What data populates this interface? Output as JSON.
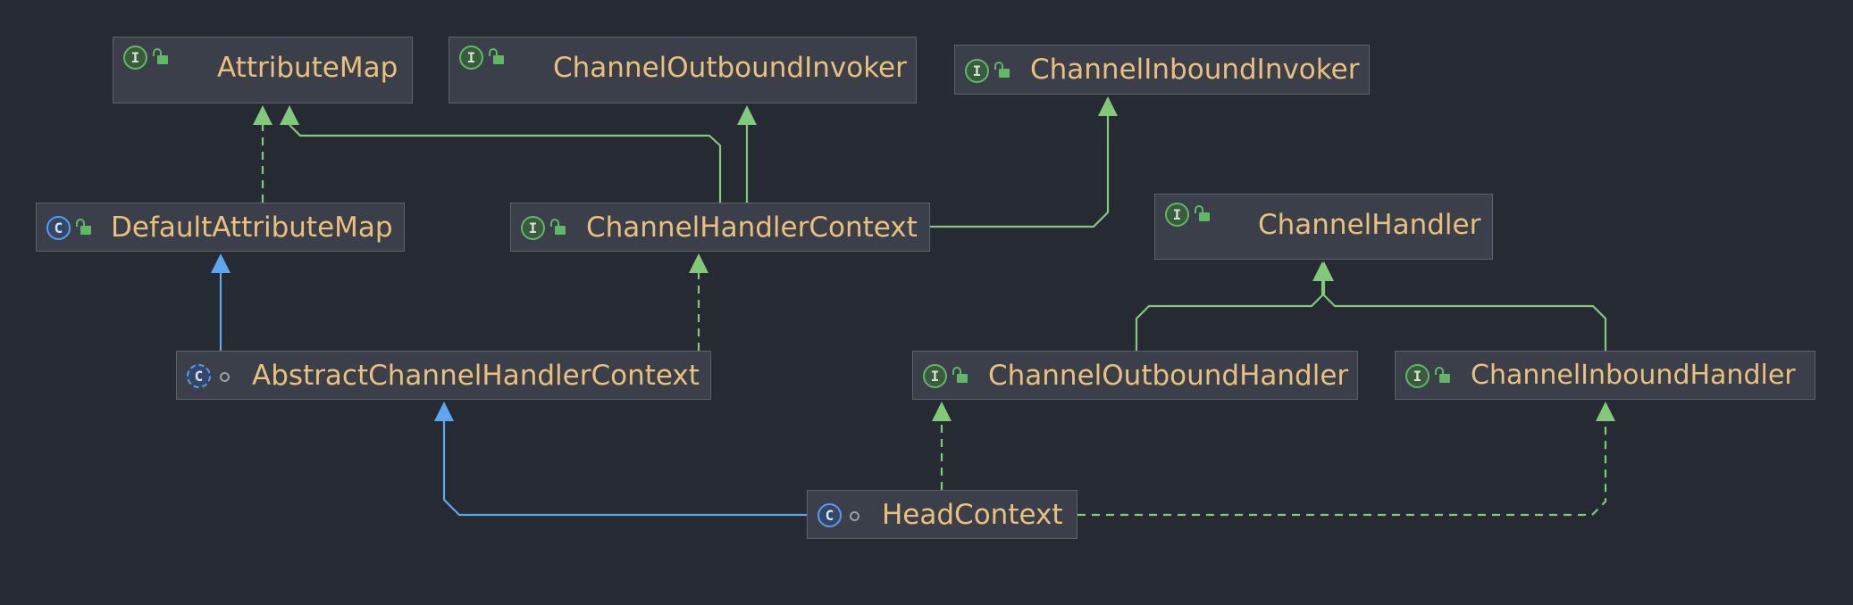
{
  "diagram": {
    "nodes": [
      {
        "id": "attribute_map",
        "label": "AttributeMap",
        "kind": "interface",
        "visibility": "public"
      },
      {
        "id": "channel_outbound_invoker",
        "label": "ChannelOutboundInvoker",
        "kind": "interface",
        "visibility": "public"
      },
      {
        "id": "channel_inbound_invoker",
        "label": "ChannelInboundInvoker",
        "kind": "interface",
        "visibility": "public"
      },
      {
        "id": "default_attribute_map",
        "label": "DefaultAttributeMap",
        "kind": "class",
        "visibility": "public"
      },
      {
        "id": "channel_handler_context",
        "label": "ChannelHandlerContext",
        "kind": "interface",
        "visibility": "public"
      },
      {
        "id": "channel_handler",
        "label": "ChannelHandler",
        "kind": "interface",
        "visibility": "public"
      },
      {
        "id": "abstract_channel_handler_context",
        "label": "AbstractChannelHandlerContext",
        "kind": "abstract-class",
        "visibility": "package-private"
      },
      {
        "id": "channel_outbound_handler",
        "label": "ChannelOutboundHandler",
        "kind": "interface",
        "visibility": "public"
      },
      {
        "id": "channel_inbound_handler",
        "label": "ChannelInboundHandler",
        "kind": "interface",
        "visibility": "public"
      },
      {
        "id": "head_context",
        "label": "HeadContext",
        "kind": "class",
        "visibility": "package-private"
      }
    ],
    "edges": [
      {
        "from": "default_attribute_map",
        "to": "attribute_map",
        "relation": "implements"
      },
      {
        "from": "channel_handler_context",
        "to": "attribute_map",
        "relation": "extends-interface"
      },
      {
        "from": "channel_handler_context",
        "to": "channel_outbound_invoker",
        "relation": "extends-interface"
      },
      {
        "from": "channel_handler_context",
        "to": "channel_inbound_invoker",
        "relation": "extends-interface"
      },
      {
        "from": "abstract_channel_handler_context",
        "to": "default_attribute_map",
        "relation": "extends-class"
      },
      {
        "from": "abstract_channel_handler_context",
        "to": "channel_handler_context",
        "relation": "implements"
      },
      {
        "from": "channel_outbound_handler",
        "to": "channel_handler",
        "relation": "extends-interface"
      },
      {
        "from": "channel_inbound_handler",
        "to": "channel_handler",
        "relation": "extends-interface"
      },
      {
        "from": "head_context",
        "to": "abstract_channel_handler_context",
        "relation": "extends-class"
      },
      {
        "from": "head_context",
        "to": "channel_outbound_handler",
        "relation": "implements"
      },
      {
        "from": "head_context",
        "to": "channel_inbound_handler",
        "relation": "implements"
      }
    ],
    "colors": {
      "background": "#262a33",
      "node_fill": "#3b3f4a",
      "node_border": "#5c616c",
      "label_text": "#e8c17c",
      "interface_edge": "#82c97a",
      "class_edge": "#5ba8f0"
    }
  }
}
